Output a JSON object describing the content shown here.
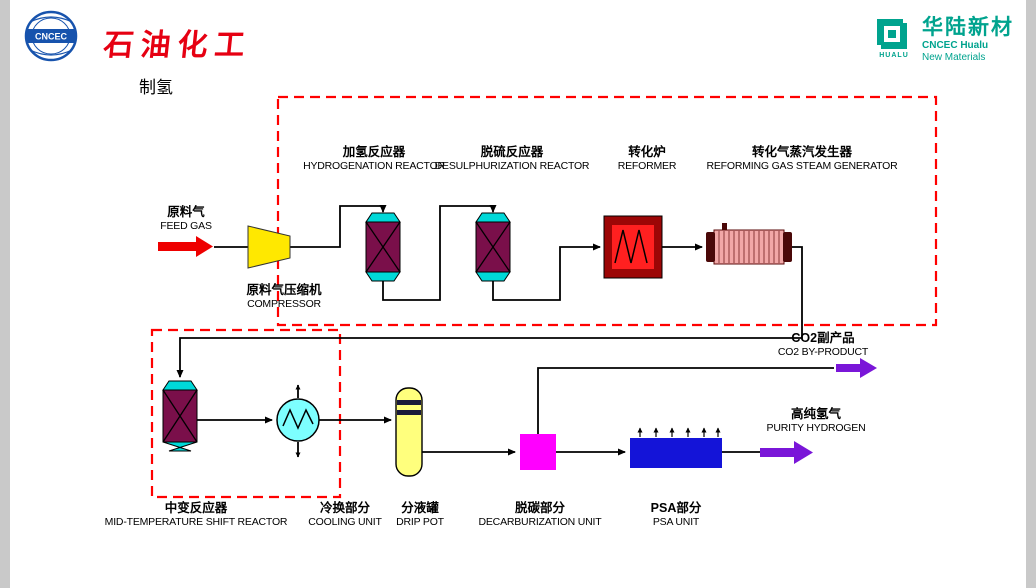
{
  "header": {
    "cncec_logo_text": "CNCEC",
    "brand_cn": "石油化工",
    "title": "制氢",
    "hualu": {
      "mark_text": "HUALU",
      "name_cn": "华陆新材",
      "line1": "CNCEC Hualu",
      "line2": "New Materials"
    }
  },
  "labels": {
    "feed_gas": {
      "cn": "原料气",
      "en": "FEED GAS"
    },
    "compressor": {
      "cn": "原料气压缩机",
      "en": "COMPRESSOR"
    },
    "hydrogenation_reactor": {
      "cn": "加氢反应器",
      "en": "HYDROGENATION REACTOR"
    },
    "desulphurization_reactor": {
      "cn": "脱硫反应器",
      "en": "DESULPHURIZATION REACTOR"
    },
    "reformer": {
      "cn": "转化炉",
      "en": "REFORMER"
    },
    "steam_generator": {
      "cn": "转化气蒸汽发生器",
      "en": "REFORMING GAS STEAM GENERATOR"
    },
    "shift_reactor": {
      "cn": "中变反应器",
      "en": "MID-TEMPERATURE SHIFT REACTOR"
    },
    "cooling_unit": {
      "cn": "冷换部分",
      "en": "COOLING UNIT"
    },
    "drip_pot": {
      "cn": "分液罐",
      "en": "DRIP POT"
    },
    "decarburization_unit": {
      "cn": "脱碳部分",
      "en": "DECARBURIZATION UNIT"
    },
    "psa_unit": {
      "cn": "PSA部分",
      "en": "PSA UNIT"
    },
    "co2_byproduct": {
      "cn": "CO2副产品",
      "en": "CO2 BY-PRODUCT"
    },
    "purity_hydrogen": {
      "cn": "高纯氢气",
      "en": "PURITY HYDROGEN"
    }
  },
  "colors": {
    "reactor_body": "#7a0f4a",
    "reactor_cap": "#00d8d8",
    "reformer_outer": "#9c0606",
    "reformer_inner": "#ff2020",
    "steam_gen_body": "#f2a8a8",
    "steam_gen_cap": "#4a0808",
    "compressor": "#ffe800",
    "drip_pot": "#ffff7d",
    "cooling": "#7dffff",
    "decarb": "#ff00ff",
    "psa": "#1414d8",
    "feed_arrow": "#ee0000",
    "product_arrow": "#7a16d8",
    "dashed_box": "#ff0000",
    "line": "#000000",
    "brand_red": "#e60012",
    "hualu_teal": "#00a38e",
    "cncec_blue": "#1753ad"
  }
}
